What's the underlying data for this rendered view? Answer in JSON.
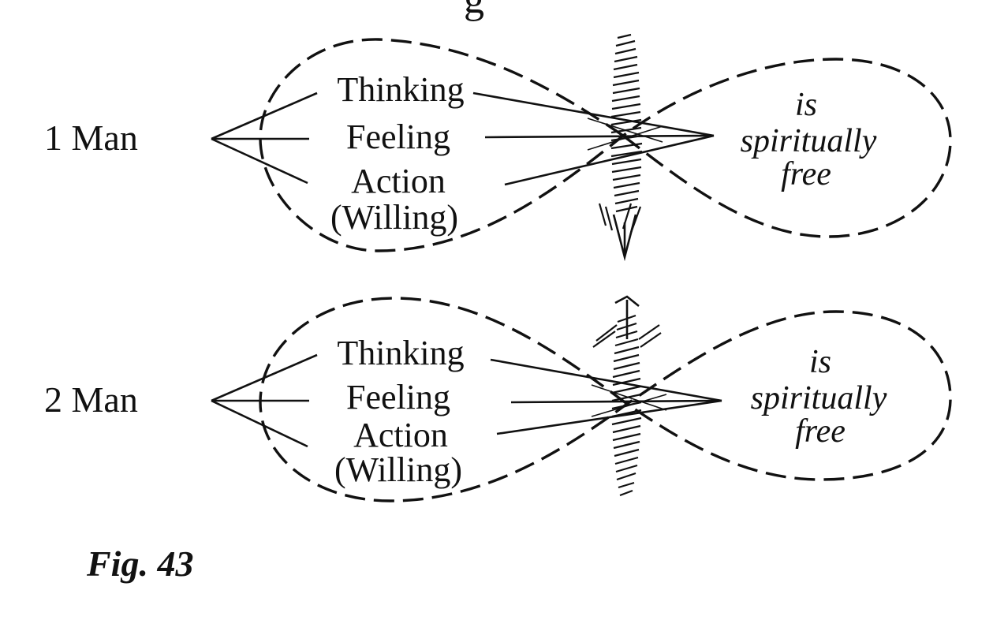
{
  "header": {
    "partial_title": "g"
  },
  "diagrams": [
    {
      "man_label": "1 Man",
      "faculties": [
        "Thinking",
        "Feeling",
        "Action",
        "(Willing)"
      ],
      "result_lines": [
        "is",
        "spiritually",
        "free"
      ]
    },
    {
      "man_label": "2 Man",
      "faculties": [
        "Thinking",
        "Feeling",
        "Action",
        "(Willing)"
      ],
      "result_lines": [
        "is",
        "spiritually",
        "free"
      ]
    }
  ],
  "caption": "Fig. 43"
}
